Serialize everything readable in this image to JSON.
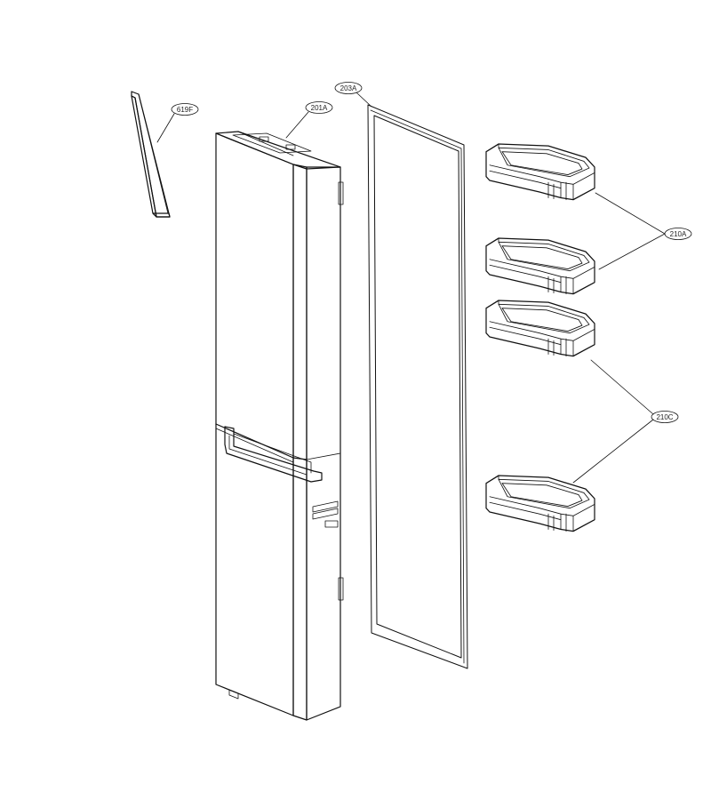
{
  "diagram": {
    "parts": [
      {
        "id": "shelf-strip",
        "callout": "619F"
      },
      {
        "id": "door-assembly",
        "callout": "201A"
      },
      {
        "id": "door-gasket",
        "callout": "203A"
      },
      {
        "id": "upper-door-bins",
        "callout": "210A"
      },
      {
        "id": "lower-door-bins",
        "callout": "210C"
      }
    ],
    "line_color": "#111111",
    "callout_fill": "#ffffff"
  }
}
